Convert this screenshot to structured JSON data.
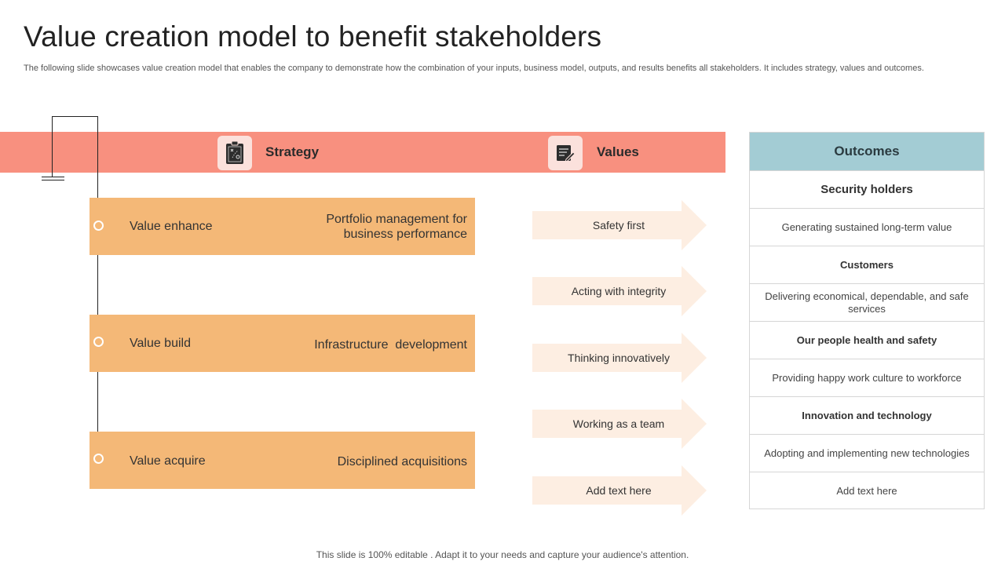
{
  "page": {
    "title": "Value creation model to benefit stakeholders",
    "subtitle": "The following slide showcases value creation model that enables the company to demonstrate how the combination of your inputs, business model, outputs, and results benefits all stakeholders. It includes strategy, values and outcomes.",
    "footer": "This slide is 100% editable . Adapt it to your needs and capture your audience's attention."
  },
  "header": {
    "strategy_label": "Strategy",
    "values_label": "Values",
    "strategy_icon": "strategy-board-icon",
    "values_icon": "document-edit-icon"
  },
  "strategy": [
    {
      "left": "Value enhance",
      "right": "Portfolio management for business performance"
    },
    {
      "left": "Value build",
      "right": "Infrastructure  development"
    },
    {
      "left": "Value acquire",
      "right": "Disciplined acquisitions"
    }
  ],
  "values": [
    "Safety first",
    "Acting with integrity",
    "Thinking innovatively",
    "Working as a team",
    "Add text here"
  ],
  "outcomes": {
    "heading": "Outcomes",
    "rows": [
      "Security holders",
      "Generating  sustained long-term value",
      "Customers",
      "Delivering  economical,  dependable,  and safe services",
      "Our people health and safety",
      "Providing  happy  work culture to workforce",
      "Innovation and technology",
      "Adopting and implementing new technologies",
      "Add text here"
    ]
  },
  "colors": {
    "band": "#f8907f",
    "strategy_box": "#f4b877",
    "value_arrow": "#fdeee2",
    "outcome_header": "#a3ccd4"
  }
}
